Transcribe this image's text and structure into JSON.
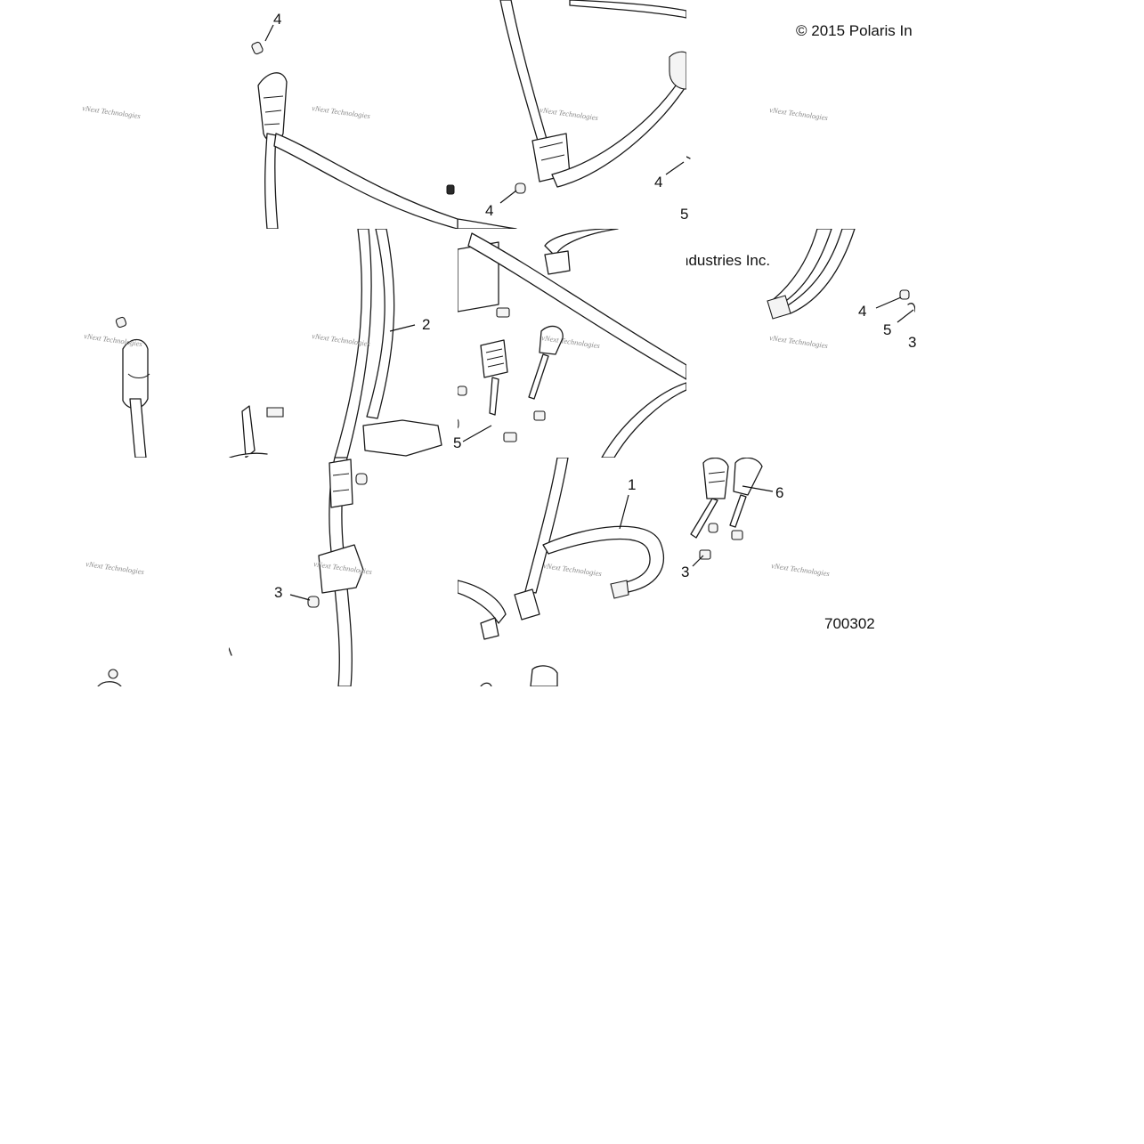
{
  "copyright_text": "© 2015 Polaris In",
  "copyright_text_fragment": "ndustries Inc.",
  "figure_number": "700302",
  "watermark_text": "vNext Technologies",
  "callouts": {
    "c1": "1",
    "c2": "2",
    "c3a": "3",
    "c3b": "3",
    "c3c": "3",
    "c4a": "4",
    "c4b": "4",
    "c4c": "4",
    "c4d": "4",
    "c5a": "5",
    "c5b": "5",
    "c5c": "5",
    "c6": "6"
  }
}
